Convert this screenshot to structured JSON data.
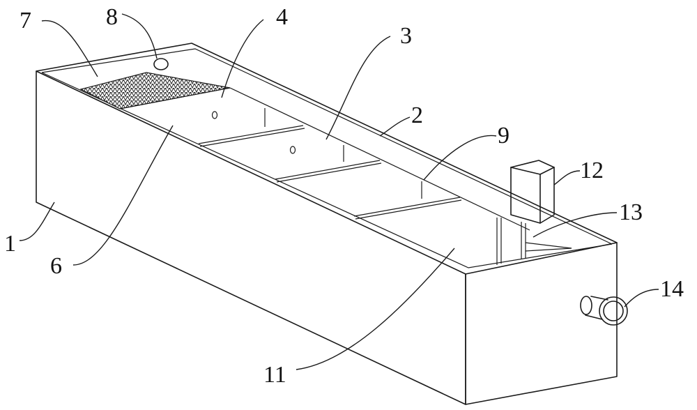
{
  "callouts": [
    {
      "id": "1",
      "text": "1"
    },
    {
      "id": "2",
      "text": "2"
    },
    {
      "id": "3",
      "text": "3"
    },
    {
      "id": "4",
      "text": "4"
    },
    {
      "id": "6",
      "text": "6"
    },
    {
      "id": "7",
      "text": "7"
    },
    {
      "id": "8",
      "text": "8"
    },
    {
      "id": "9",
      "text": "9"
    },
    {
      "id": "11",
      "text": "11"
    },
    {
      "id": "12",
      "text": "12"
    },
    {
      "id": "13",
      "text": "13"
    },
    {
      "id": "14",
      "text": "14"
    }
  ],
  "colors": {
    "line": "#1a1a1a",
    "background": "#ffffff",
    "mesh": "#222222"
  }
}
